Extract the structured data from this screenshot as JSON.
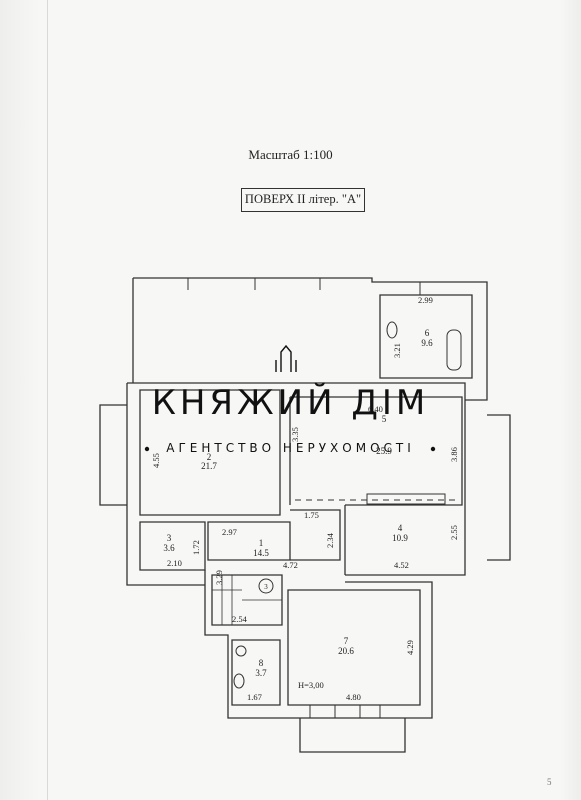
{
  "scale": "Масштаб 1:100",
  "floor_label": "ПОВЕРХ II літер. \"А\"",
  "rooms": [
    {
      "number": "1",
      "area": "14.5"
    },
    {
      "number": "2",
      "area": "21.7"
    },
    {
      "number": "3",
      "area": "3.6"
    },
    {
      "number": "4",
      "area": "10.9"
    },
    {
      "number": "5",
      "area": "25.9"
    },
    {
      "number": "6",
      "area": "9.6"
    },
    {
      "number": "7",
      "area": "20.6"
    },
    {
      "number": "8",
      "area": "3.7"
    }
  ],
  "stair_number": "3",
  "dimensions": {
    "d299": "2.99",
    "d321": "3.21",
    "d640": "6.40",
    "d455": "4.55",
    "d335": "3.35",
    "d386": "3.86",
    "d297": "2.97",
    "d175": "1.75",
    "d234": "2.34",
    "d172": "1.72",
    "d210": "2.10",
    "d255": "2.55",
    "d452": "4.52",
    "d472": "4.72",
    "d329": "3.29",
    "d254": "2.54",
    "d429": "4.29",
    "d167": "1.67",
    "d480": "4.80"
  },
  "height_label": "H=3,00",
  "watermark": {
    "brand": "КНЯЖИЙ ДІМ",
    "tagline": "АГЕНТСТВО НЕРУХОМОСТІ"
  },
  "page_number": "5"
}
